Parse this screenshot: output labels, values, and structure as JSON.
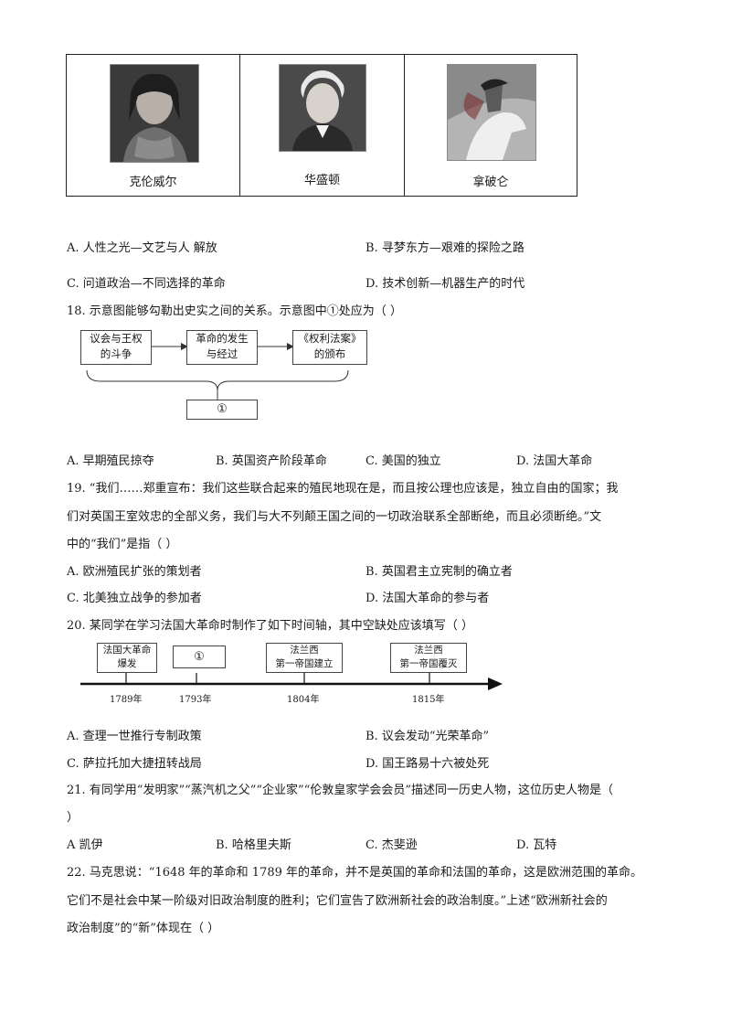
{
  "portraits": [
    {
      "name": "克伦威尔",
      "icon": "cromwell-portrait-icon"
    },
    {
      "name": "华盛顿",
      "icon": "washington-portrait-icon"
    },
    {
      "name": "拿破仑",
      "icon": "napoleon-portrait-icon"
    }
  ],
  "q17": {
    "options": [
      "A.  人性之光—文艺与人          解放",
      "B.  寻梦东方—艰难的探险之路",
      "C.  问道政治—不同选择的革命",
      "D.  技术创新—机器生产的时代"
    ]
  },
  "q18": {
    "stem": "18. 示意图能够勾勒出史实之间的关系。示意图中①处应为（        ）",
    "boxes": [
      [
        "议会与王权",
        "的斗争"
      ],
      [
        "革命的发生",
        "与经过"
      ],
      [
        "《权利法案》",
        "的颁布"
      ]
    ],
    "blank": "①",
    "options": [
      "A.  早期殖民掠夺",
      "B.  英国资产阶段革命",
      "C.  美国的独立",
      "D.  法国大革命"
    ]
  },
  "q19": {
    "lines": [
      "19. “我们……郑重宣布：我们这些联合起来的殖民地现在是，而且按公理也应该是，独立自由的国家；我",
      "们对英国王室效忠的全部义务，我们与大不列颠王国之间的一切政治联系全部断绝，而且必须断绝。”文",
      "中的“我们”是指（        ）"
    ],
    "options": [
      "A.  欧洲殖民扩张的策划者",
      "B.  英国君主立宪制的确立者",
      "C.  北美独立战争的参加者",
      "D.  法国大革命的参与者"
    ]
  },
  "q20": {
    "stem": "20. 某同学在学习法国大革命时制作了如下时间轴，其中空缺处应该填写（        ）",
    "events": [
      {
        "label": [
          "法国大革命",
          "爆发"
        ],
        "year": "1789年"
      },
      {
        "label": [
          "①"
        ],
        "year": "1793年"
      },
      {
        "label": [
          "法兰西",
          "第一帝国建立"
        ],
        "year": "1804年"
      },
      {
        "label": [
          "法兰西",
          "第一帝国覆灭"
        ],
        "year": "1815年"
      }
    ],
    "options": [
      "A.  查理一世推行专制政策",
      "B.  议会发动“光荣革命”",
      "C.  萨拉托加大捷扭转战局",
      "D.  国王路易十六被处死"
    ]
  },
  "q21": {
    "lines": [
      "21. 有同学用“发明家”“蒸汽机之父”“企业家”“伦敦皇家学会会员”描述同一历史人物，这位历史人物是（",
      "）"
    ],
    "options": [
      "A        凯伊",
      "B.  哈格里夫斯",
      "C.  杰斐逊",
      "D.  瓦特"
    ]
  },
  "q22": {
    "lines": [
      "22. 马克思说：“1648 年的革命和 1789 年的革命，并不是英国的革命和法国的革命，这是欧洲范围的革命。",
      "它们不是社会中某一阶级对旧政治制度的胜利；它们宣告了欧洲新社会的政治制度。”上述“欧洲新社会的",
      "政治制度”的“新”体现在（        ）"
    ]
  }
}
